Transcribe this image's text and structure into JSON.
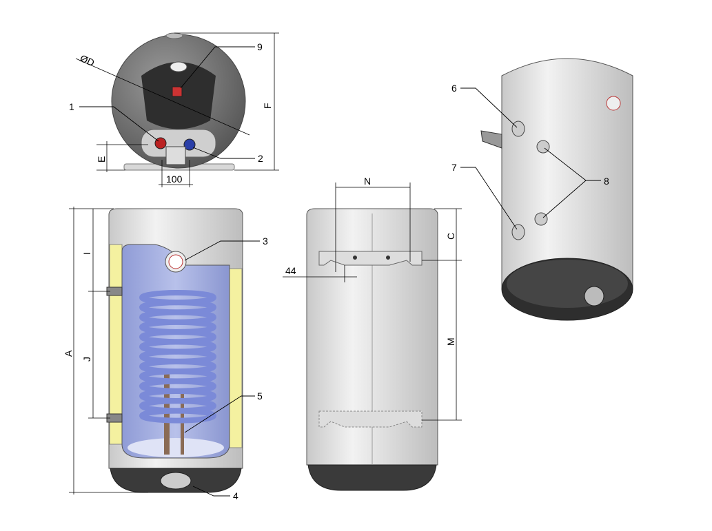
{
  "title": "Water heater with coil – dimensional drawing",
  "colors": {
    "body": "#e6e6e6",
    "tank_inner": "#a9b4e3",
    "insulation": "#f4f1a0",
    "coil": "#7b8ad8",
    "base": "#3a3a3a"
  },
  "top_view": {
    "label_d": "ØD",
    "label_e": "E",
    "label_f": "F",
    "dim_100": "100",
    "callout_1": "1",
    "callout_2": "2",
    "callout_9": "9"
  },
  "cutaway_view": {
    "label_a": "A",
    "label_i": "I",
    "label_j": "J",
    "callout_3": "3",
    "callout_4": "4",
    "callout_5": "5"
  },
  "back_view": {
    "label_n": "N",
    "dim_44": "44",
    "label_c": "C",
    "label_m": "M"
  },
  "perspective_view": {
    "callout_6": "6",
    "callout_7": "7",
    "callout_8": "8"
  }
}
